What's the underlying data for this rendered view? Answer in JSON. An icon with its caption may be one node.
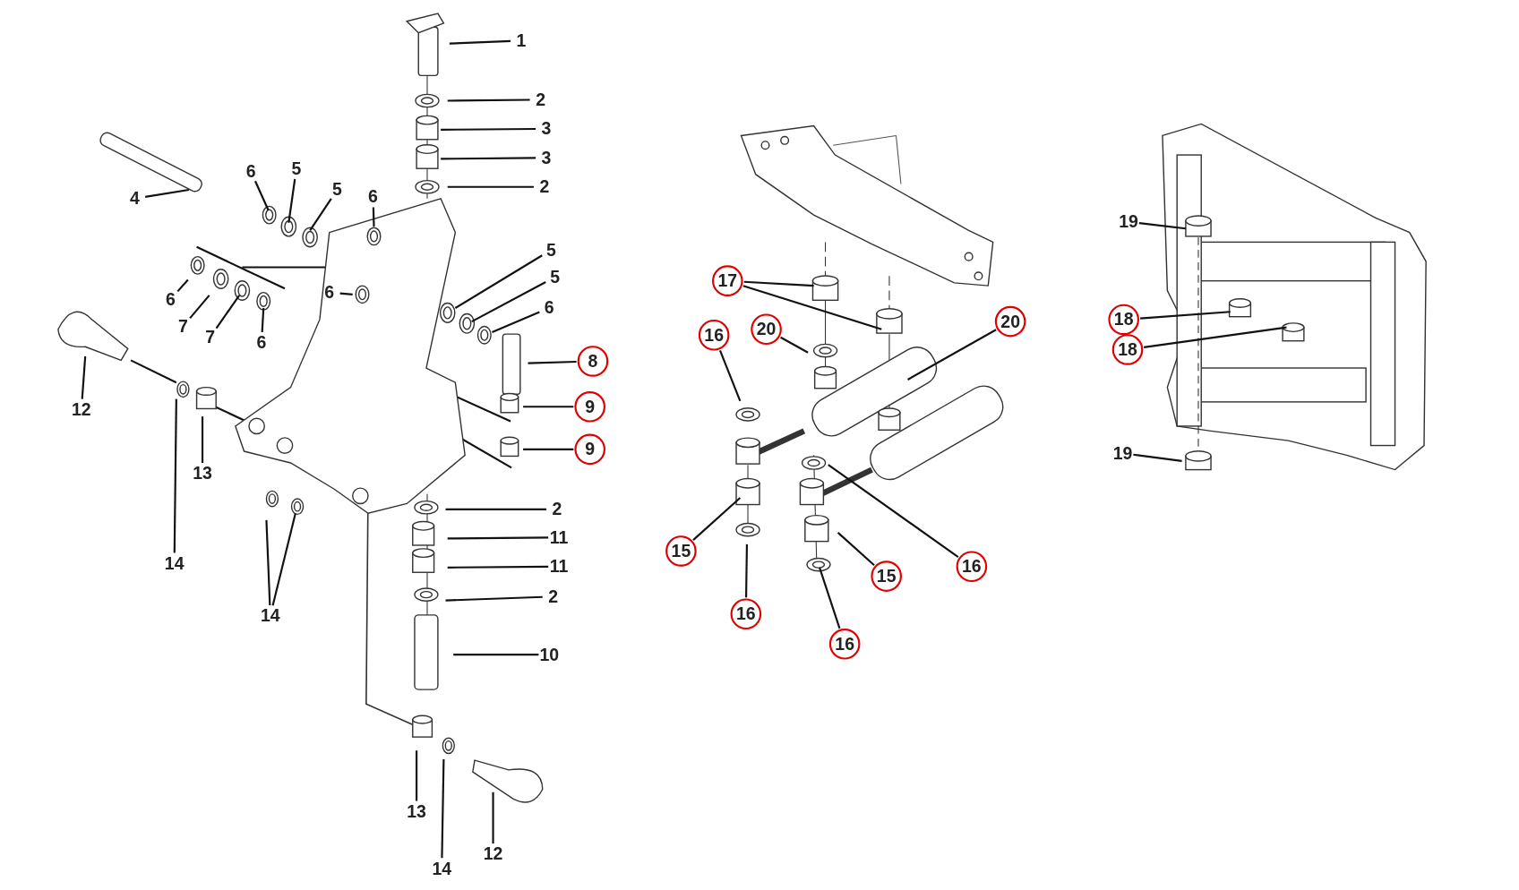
{
  "diagram": {
    "nodes": [
      {
        "text": [
          "1"
        ]
      },
      {
        "text": [
          "2"
        ]
      },
      {
        "text": [
          "3"
        ]
      },
      {
        "text": [
          "3"
        ]
      },
      {
        "text": [
          "2"
        ]
      },
      {
        "text": [
          "4"
        ]
      },
      {
        "text": [
          "6"
        ]
      },
      {
        "text": [
          "5"
        ]
      },
      {
        "text": [
          "5"
        ]
      },
      {
        "text": [
          "6"
        ]
      },
      {
        "text": [
          "6"
        ]
      },
      {
        "text": [
          "6"
        ]
      },
      {
        "text": [
          "7"
        ]
      },
      {
        "text": [
          "7"
        ]
      },
      {
        "text": [
          "6"
        ]
      },
      {
        "text": [
          "5"
        ]
      },
      {
        "text": [
          "5"
        ]
      },
      {
        "text": [
          "6"
        ]
      },
      {
        "text": [
          "8"
        ]
      },
      {
        "text": [
          "9"
        ]
      },
      {
        "text": [
          "9"
        ]
      },
      {
        "text": [
          "12"
        ]
      },
      {
        "text": [
          "13"
        ]
      },
      {
        "text": [
          "14"
        ]
      },
      {
        "text": [
          "14"
        ]
      },
      {
        "text": [
          "2"
        ]
      },
      {
        "text": [
          "11"
        ]
      },
      {
        "text": [
          "11"
        ]
      },
      {
        "text": [
          "2"
        ]
      },
      {
        "text": [
          "10"
        ]
      },
      {
        "text": [
          "13"
        ]
      },
      {
        "text": [
          "14"
        ]
      },
      {
        "text": [
          "12"
        ]
      },
      {
        "text": [
          "17"
        ]
      },
      {
        "text": [
          "16"
        ]
      },
      {
        "text": [
          "20"
        ]
      },
      {
        "text": [
          "20"
        ]
      },
      {
        "text": [
          "15"
        ]
      },
      {
        "text": [
          "16"
        ]
      },
      {
        "text": [
          "16"
        ]
      },
      {
        "text": [
          "15"
        ]
      },
      {
        "text": [
          "16"
        ]
      },
      {
        "text": [
          "19"
        ]
      },
      {
        "text": [
          "18"
        ]
      },
      {
        "text": [
          "18"
        ]
      },
      {
        "text": [
          "19"
        ]
      }
    ],
    "edges": [
      {
        "from": 0,
        "to": null,
        "arrow": "none"
      },
      {
        "from": 1,
        "to": null,
        "arrow": "none"
      },
      {
        "from": 2,
        "to": null,
        "arrow": "none"
      },
      {
        "from": 3,
        "to": null,
        "arrow": "none"
      },
      {
        "from": 4,
        "to": null,
        "arrow": "none"
      },
      {
        "from": 5,
        "to": null,
        "arrow": "none"
      },
      {
        "from": 6,
        "to": null,
        "arrow": "none"
      },
      {
        "from": 7,
        "to": null,
        "arrow": "none"
      },
      {
        "from": 8,
        "to": null,
        "arrow": "none"
      },
      {
        "from": 9,
        "to": null,
        "arrow": "none"
      },
      {
        "from": 10,
        "to": null,
        "arrow": "none"
      },
      {
        "from": 11,
        "to": null,
        "arrow": "none"
      },
      {
        "from": 12,
        "to": null,
        "arrow": "none"
      },
      {
        "from": 13,
        "to": null,
        "arrow": "none"
      },
      {
        "from": 14,
        "to": null,
        "arrow": "none"
      },
      {
        "from": 15,
        "to": null,
        "arrow": "none"
      },
      {
        "from": 16,
        "to": null,
        "arrow": "none"
      },
      {
        "from": 17,
        "to": null,
        "arrow": "none"
      },
      {
        "from": 18,
        "to": null,
        "arrow": "none"
      },
      {
        "from": 19,
        "to": null,
        "arrow": "none"
      },
      {
        "from": 20,
        "to": null,
        "arrow": "none"
      },
      {
        "from": 21,
        "to": null,
        "arrow": "none"
      },
      {
        "from": 22,
        "to": null,
        "arrow": "none"
      },
      {
        "from": 23,
        "to": null,
        "arrow": "none"
      },
      {
        "from": 24,
        "to": null,
        "arrow": "none"
      },
      {
        "from": 24,
        "to": null,
        "arrow": "none"
      },
      {
        "from": 25,
        "to": null,
        "arrow": "none"
      },
      {
        "from": 26,
        "to": null,
        "arrow": "none"
      },
      {
        "from": 27,
        "to": null,
        "arrow": "none"
      },
      {
        "from": 28,
        "to": null,
        "arrow": "none"
      },
      {
        "from": 29,
        "to": null,
        "arrow": "none"
      },
      {
        "from": 30,
        "to": null,
        "arrow": "none"
      },
      {
        "from": 31,
        "to": null,
        "arrow": "none"
      },
      {
        "from": 32,
        "to": null,
        "arrow": "none"
      },
      {
        "from": 33,
        "to": null,
        "arrow": "none"
      },
      {
        "from": 33,
        "to": null,
        "arrow": "none"
      },
      {
        "from": 34,
        "to": null,
        "arrow": "none"
      },
      {
        "from": 35,
        "to": null,
        "arrow": "none"
      },
      {
        "from": 36,
        "to": null,
        "arrow": "none"
      },
      {
        "from": 37,
        "to": null,
        "arrow": "none"
      },
      {
        "from": 38,
        "to": null,
        "arrow": "none"
      },
      {
        "from": 39,
        "to": null,
        "arrow": "none"
      },
      {
        "from": 40,
        "to": null,
        "arrow": "none"
      },
      {
        "from": 41,
        "to": null,
        "arrow": "none"
      },
      {
        "from": 42,
        "to": null,
        "arrow": "none"
      },
      {
        "from": 43,
        "to": null,
        "arrow": "none"
      },
      {
        "from": 44,
        "to": null,
        "arrow": "none"
      },
      {
        "from": 45,
        "to": null,
        "arrow": "none"
      }
    ]
  }
}
